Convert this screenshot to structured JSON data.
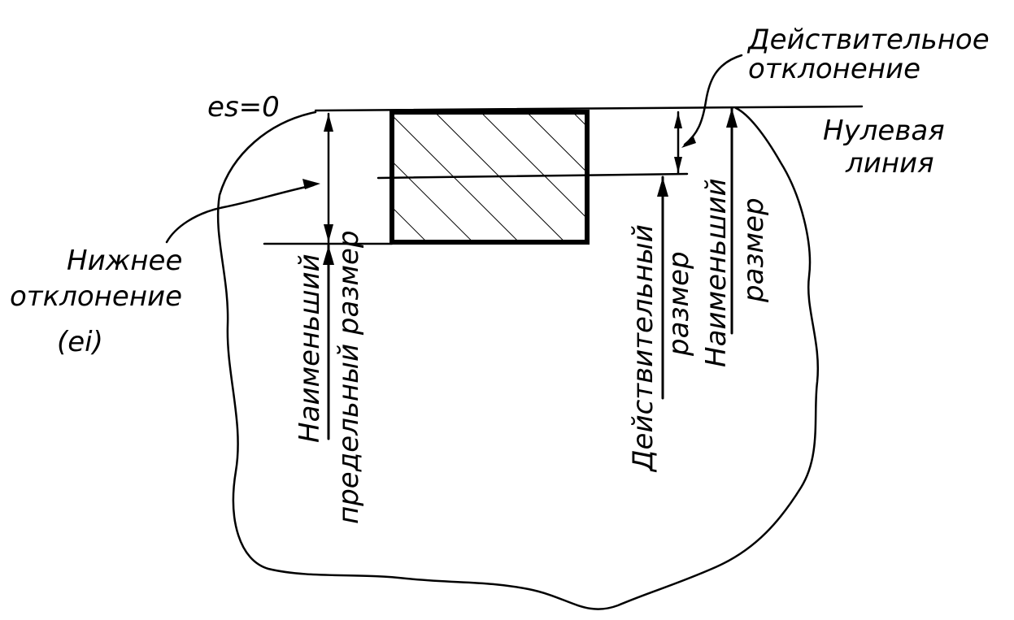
{
  "labels": {
    "es": "es=0",
    "actual_deviation_line1": "Действительное",
    "actual_deviation_line2": "отклонение",
    "zero_line_line1": "Нулевая",
    "zero_line_line2": "линия",
    "lower_deviation_line1": "Нижнее",
    "lower_deviation_line2": "отклонение",
    "lower_deviation_line3": "(ei)",
    "smallest_limit_line1": "Наименьший",
    "smallest_limit_line2": "предельный размер",
    "actual_size_line1": "Действительный",
    "actual_size_line2": "размер",
    "smallest_size_line1": "Наименьший",
    "smallest_size_line2": "размер"
  },
  "colors": {
    "ink": "#000000",
    "background": "#ffffff"
  }
}
